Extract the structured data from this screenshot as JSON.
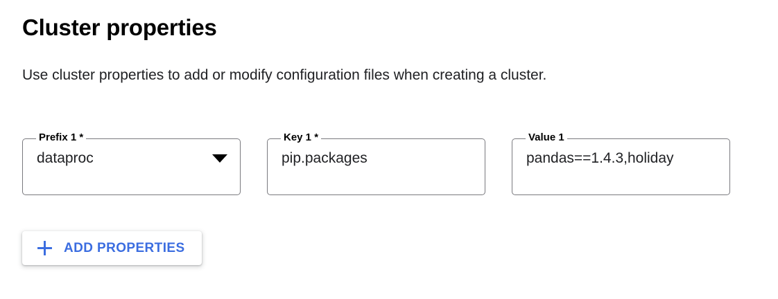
{
  "section": {
    "title": "Cluster properties",
    "description": "Use cluster properties to add or modify configuration files when creating a cluster."
  },
  "colors": {
    "accent_blue": "#3b6de0",
    "field_border": "#79797e",
    "text_primary": "#202124",
    "background": "#ffffff"
  },
  "fields": [
    {
      "label": "Prefix 1 *",
      "value": "dataproc",
      "placeholder": "",
      "type": "select",
      "required": true,
      "icon": "chevron-down-icon"
    },
    {
      "label": "Key 1 *",
      "value": "pip.packages",
      "placeholder": "",
      "type": "text",
      "required": true,
      "icon": ""
    },
    {
      "label": "Value 1",
      "value": "pandas==1.4.3,holiday",
      "placeholder": "",
      "type": "text",
      "required": false,
      "icon": ""
    }
  ],
  "add_button": {
    "label": "ADD PROPERTIES",
    "icon": "plus-icon"
  }
}
